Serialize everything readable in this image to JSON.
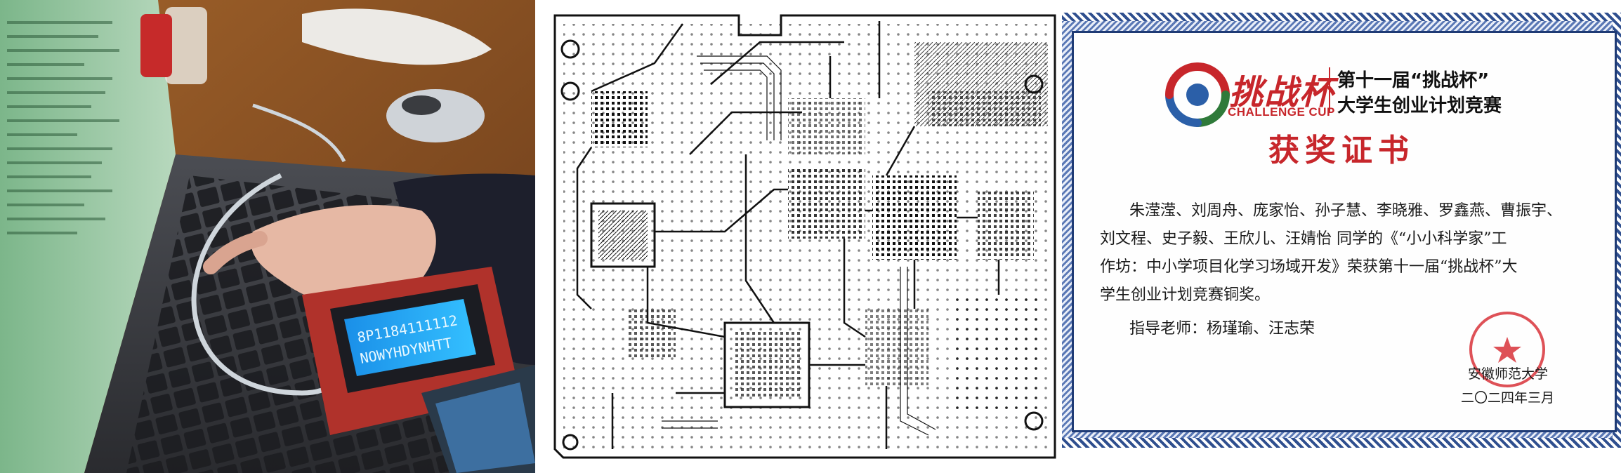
{
  "photo": {
    "lcd_line1": "8P1184111112",
    "lcd_line2": "NOWYHDYNHTT"
  },
  "certificate": {
    "logo_cn": "挑战杯",
    "logo_en": "CHALLENGE CUP",
    "header_line1": "第十一届“挑战杯”",
    "header_line2": "大学生创业计划竞赛",
    "title": "获奖证书",
    "body_lines": [
      "朱滢滢、刘周舟、庞家怡、孙子慧、李晓雅、罗鑫燕、曹振宇、",
      "刘文程、史子毅、王欣儿、汪婧怡 同学的《“小小科学家”工",
      "作坊：中小学项目化学习场域开发》荣获第十一届“挑战杯”大",
      "学生创业计划竞赛铜奖。"
    ],
    "advisor": "指导老师：杨瑾瑜、汪志荣",
    "issuer": "安徽师范大学",
    "date": "二〇二四年三月",
    "seal_text": "安徽师范大学"
  },
  "colors": {
    "brand_red": "#c7262b",
    "border_blue": "#1f3b75",
    "lcd_blue": "#1aa7ff",
    "desk_orange": "#c0743a"
  }
}
